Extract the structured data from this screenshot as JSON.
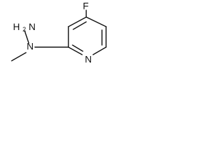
{
  "structure": {
    "atoms": {
      "fluorine": "F",
      "ring_nitrogen": "N",
      "amine_nitrogen": "N",
      "amino_group_prefix": "H",
      "amino_group_subscript": "2",
      "amino_group_suffix": "N"
    },
    "colors": {
      "ink": "#111111",
      "background": "#ffffff"
    }
  }
}
